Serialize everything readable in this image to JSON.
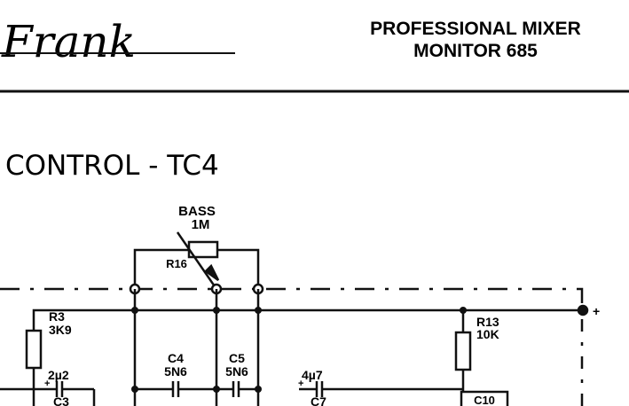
{
  "header": {
    "brand": "Frank",
    "title_line1": "PROFESSIONAL  MIXER",
    "title_line2": "MONITOR    685"
  },
  "section": {
    "title": "CONTROL - TC4"
  },
  "components": {
    "bass_pot": {
      "name": "BASS",
      "value": "1M",
      "ref": "R16"
    },
    "r3": {
      "ref": "R3",
      "value": "3K9"
    },
    "r13": {
      "ref": "R13",
      "value": "10K"
    },
    "c3": {
      "value": "2µ2",
      "ref": "C3"
    },
    "c4": {
      "ref": "C4",
      "value": "5N6"
    },
    "c5": {
      "ref": "C5",
      "value": "5N6"
    },
    "c7": {
      "value": "4µ7",
      "ref": "C7"
    },
    "c10": {
      "ref": "C10"
    }
  },
  "supply_mark": "+",
  "polarity_mark": "+",
  "ink_color": "#111111"
}
